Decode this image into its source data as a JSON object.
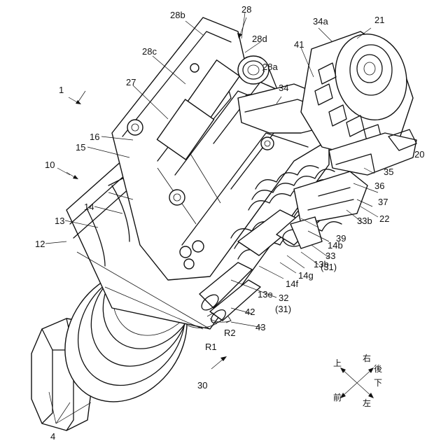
{
  "labels": {
    "l1": "1",
    "l4": "4",
    "l10": "10",
    "l12": "12",
    "l13": "13",
    "l14": "14",
    "l15": "15",
    "l16": "16",
    "l20": "20",
    "l21": "21",
    "l22": "22",
    "l27": "27",
    "l28": "28",
    "l28a": "28a",
    "l28b": "28b",
    "l28c": "28c",
    "l28d": "28d",
    "l30": "30",
    "l32": "32",
    "l32p": "(31)",
    "l33": "33",
    "l33p": "(31)",
    "l33b": "33b",
    "l34": "34",
    "l34a": "34a",
    "l35": "35",
    "l36": "36",
    "l37": "37",
    "l39": "39",
    "l41": "41",
    "l42": "42",
    "l43": "43",
    "l13b": "13b",
    "l13e": "13e",
    "l14b": "14b",
    "l14f": "14f",
    "l14g": "14g",
    "lR1": "R1",
    "lR2": "R2"
  },
  "direction": {
    "up": "上",
    "right": "右",
    "rear": "後",
    "down": "下",
    "left": "左",
    "front": "前"
  }
}
